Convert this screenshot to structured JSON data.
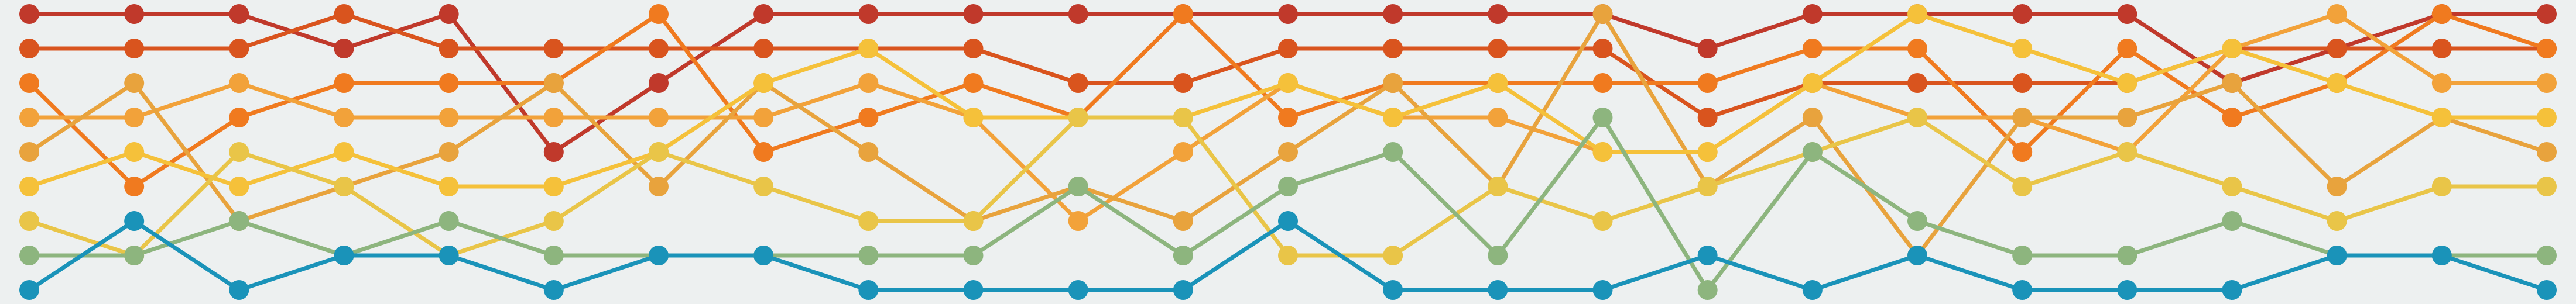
{
  "chart_data": {
    "type": "line",
    "title": "",
    "xlabel": "",
    "ylabel": "",
    "grid": false,
    "legend": "none",
    "x": [
      1,
      2,
      3,
      4,
      5,
      6,
      7,
      8,
      9,
      10,
      11,
      12,
      13,
      14,
      15,
      16,
      17,
      18,
      19,
      20,
      21,
      22,
      23,
      24,
      25
    ],
    "ylim": [
      0.5,
      8.5
    ],
    "y_direction": "rank-1-at-top",
    "series": [
      {
        "color": "#c0392b",
        "values": [
          1,
          1,
          1,
          2,
          1,
          5,
          3,
          1,
          1,
          1,
          1,
          1,
          1,
          1,
          1,
          1,
          2,
          1,
          1,
          1,
          1,
          3,
          2,
          1,
          1
        ]
      },
      {
        "color": "#d9541e",
        "values": [
          2,
          2,
          2,
          1,
          2,
          2,
          2,
          2,
          2,
          2,
          3,
          3,
          2,
          2,
          2,
          2,
          4,
          3,
          3,
          3,
          3,
          2,
          2,
          2,
          2
        ]
      },
      {
        "color": "#f07a1f",
        "values": [
          3,
          6,
          4,
          3,
          3,
          3,
          1,
          5,
          4,
          3,
          4,
          1,
          4,
          3,
          3,
          3,
          3,
          2,
          2,
          5,
          2,
          4,
          3,
          1,
          2
        ]
      },
      {
        "color": "#f2a23a",
        "values": [
          4,
          4,
          3,
          4,
          4,
          4,
          4,
          4,
          3,
          4,
          7,
          5,
          3,
          4,
          4,
          5,
          5,
          3,
          4,
          4,
          5,
          2,
          1,
          3,
          3
        ]
      },
      {
        "color": "#e8a33d",
        "values": [
          5,
          3,
          7,
          6,
          5,
          3,
          6,
          3,
          5,
          7,
          6,
          7,
          5,
          3,
          6,
          1,
          6,
          4,
          8,
          4,
          4,
          3,
          6,
          4,
          5
        ]
      },
      {
        "color": "#f5c13a",
        "values": [
          6,
          5,
          6,
          5,
          6,
          6,
          5,
          3,
          2,
          4,
          4,
          4,
          3,
          4,
          3,
          5,
          5,
          3,
          1,
          2,
          3,
          2,
          3,
          4,
          4
        ]
      },
      {
        "color": "#e9c548",
        "values": [
          7,
          8,
          5,
          6,
          8,
          7,
          5,
          6,
          7,
          7,
          4,
          4,
          8,
          8,
          6,
          7,
          6,
          5,
          4,
          6,
          5,
          6,
          7,
          6,
          6
        ]
      },
      {
        "color": "#8db57e",
        "values": [
          8,
          8,
          7,
          8,
          7,
          8,
          8,
          8,
          8,
          8,
          6,
          8,
          6,
          5,
          8,
          4,
          9,
          5,
          7,
          8,
          8,
          7,
          8,
          8,
          8
        ]
      },
      {
        "color": "#1a93b9",
        "values": [
          9,
          7,
          9,
          8,
          8,
          9,
          8,
          8,
          9,
          9,
          9,
          9,
          7,
          9,
          9,
          9,
          8,
          9,
          8,
          9,
          9,
          9,
          8,
          8,
          9
        ]
      }
    ]
  }
}
